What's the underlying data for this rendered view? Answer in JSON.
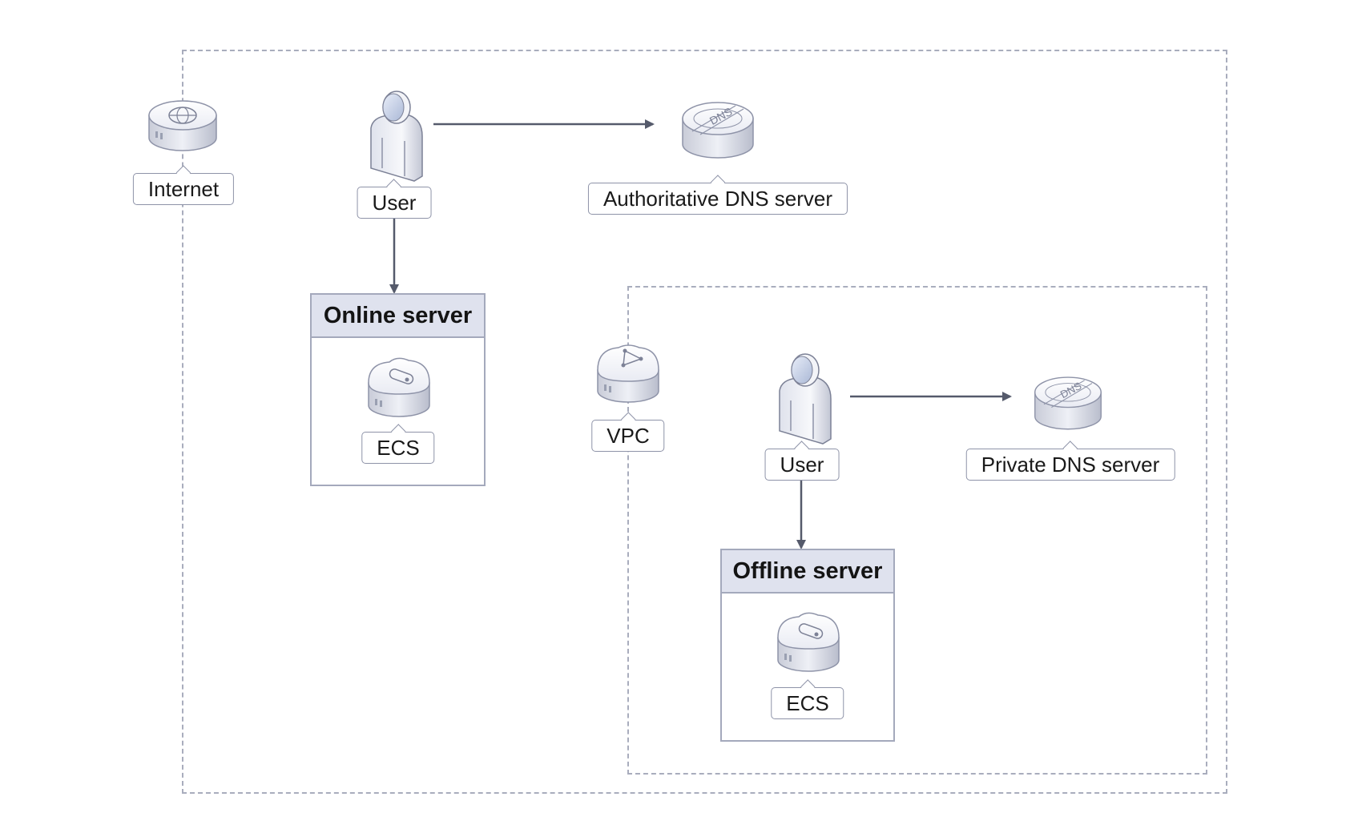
{
  "nodes": {
    "internet_label": "Internet",
    "user_public_label": "User",
    "auth_dns_label": "Authoritative DNS server",
    "online_server_title": "Online server",
    "online_ecs_label": "ECS",
    "vpc_label": "VPC",
    "user_private_label": "User",
    "private_dns_label": "Private DNS server",
    "offline_server_title": "Offline server",
    "offline_ecs_label": "ECS"
  },
  "icons": {
    "internet": "globe-router-icon",
    "user": "user-person-icon",
    "dns": "dns-server-icon",
    "ecs": "ecs-cloud-server-icon",
    "vpc": "vpc-icon"
  },
  "colors": {
    "arrow": "#555a6b",
    "frame_dash": "#a9adbd",
    "server_header": "#dfe2ee"
  }
}
